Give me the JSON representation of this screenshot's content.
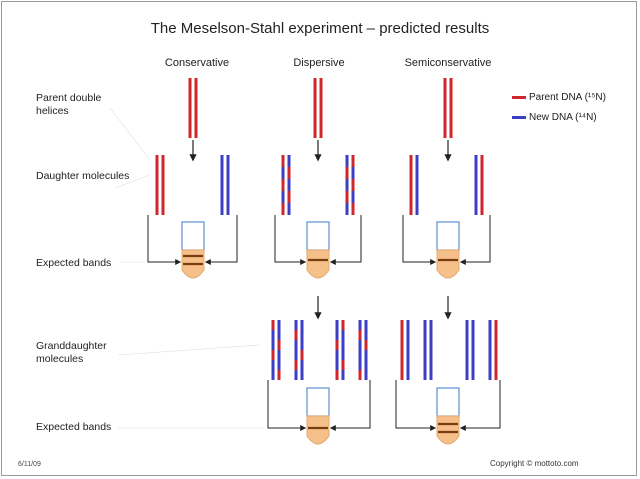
{
  "title": "The Meselson-Stahl experiment – predicted results",
  "columns": [
    "Conservative",
    "Dispersive",
    "Semiconservative"
  ],
  "row_labels": {
    "parent": "Parent double helices",
    "daughter": "Daughter molecules",
    "bands1": "Expected bands",
    "granddaughter": "Granddaughter molecules",
    "bands2": "Expected bands"
  },
  "legend": [
    {
      "label": "Parent DNA (¹⁵N)",
      "color": "#d0262e"
    },
    {
      "label": "New DNA (¹⁴N)",
      "color": "#3b3fc4"
    }
  ],
  "colors": {
    "parent": "#d0262e",
    "new": "#3b3fc4",
    "tube_fill": "#f5c08a",
    "tube_outline": "#5b8fd6",
    "band": "#7a3b12"
  },
  "footer": {
    "figure_id": "6/11/09",
    "copyright": "Copyright © mottoto.com"
  }
}
